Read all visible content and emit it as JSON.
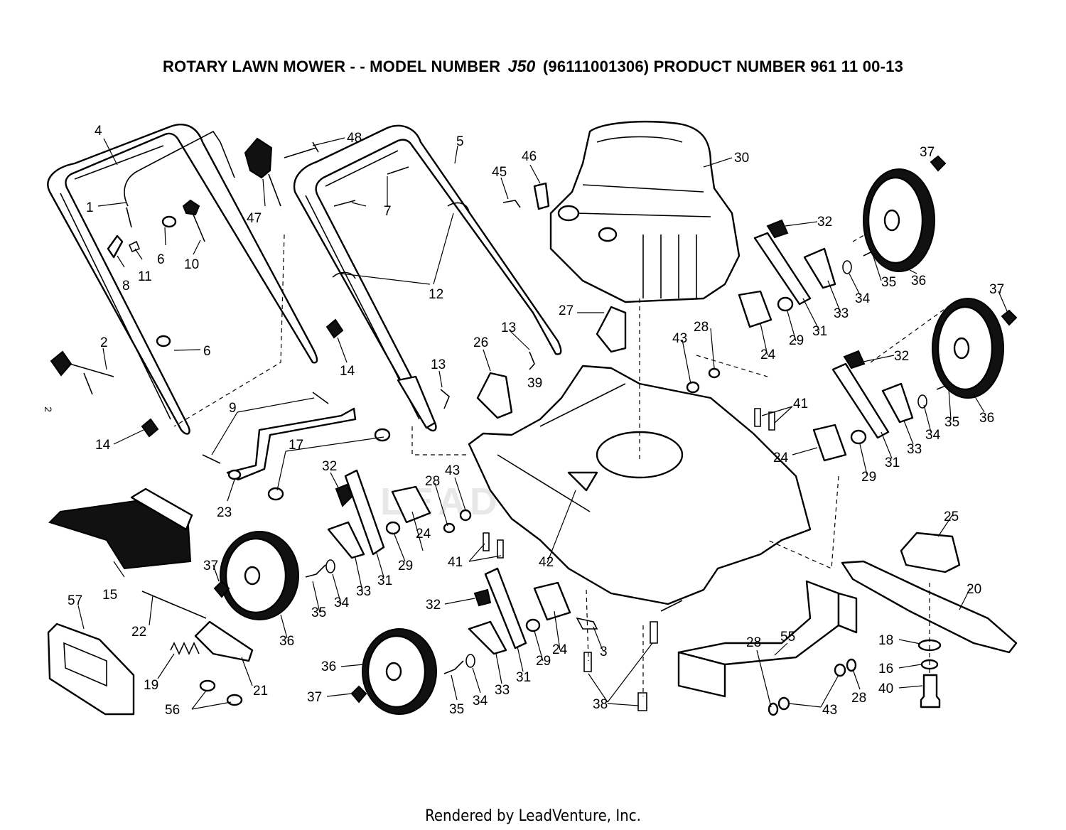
{
  "title": {
    "prefix": "ROTARY LAWN MOWER - - MODEL NUMBER",
    "model": "J50",
    "suffix": "(96111001306) PRODUCT NUMBER 961 11 00-13"
  },
  "page_mark": "2",
  "watermark": "LEADVENTURE",
  "footer": "Rendered by LeadVenture, Inc.",
  "callouts": [
    "1",
    "2",
    "3",
    "4",
    "5",
    "6",
    "7",
    "8",
    "9",
    "10",
    "11",
    "12",
    "13",
    "14",
    "15",
    "16",
    "17",
    "18",
    "19",
    "20",
    "21",
    "22",
    "23",
    "24",
    "25",
    "26",
    "27",
    "28",
    "29",
    "30",
    "31",
    "32",
    "33",
    "34",
    "35",
    "36",
    "37",
    "38",
    "39",
    "40",
    "41",
    "42",
    "43",
    "45",
    "46",
    "47",
    "48",
    "55",
    "56",
    "57"
  ]
}
